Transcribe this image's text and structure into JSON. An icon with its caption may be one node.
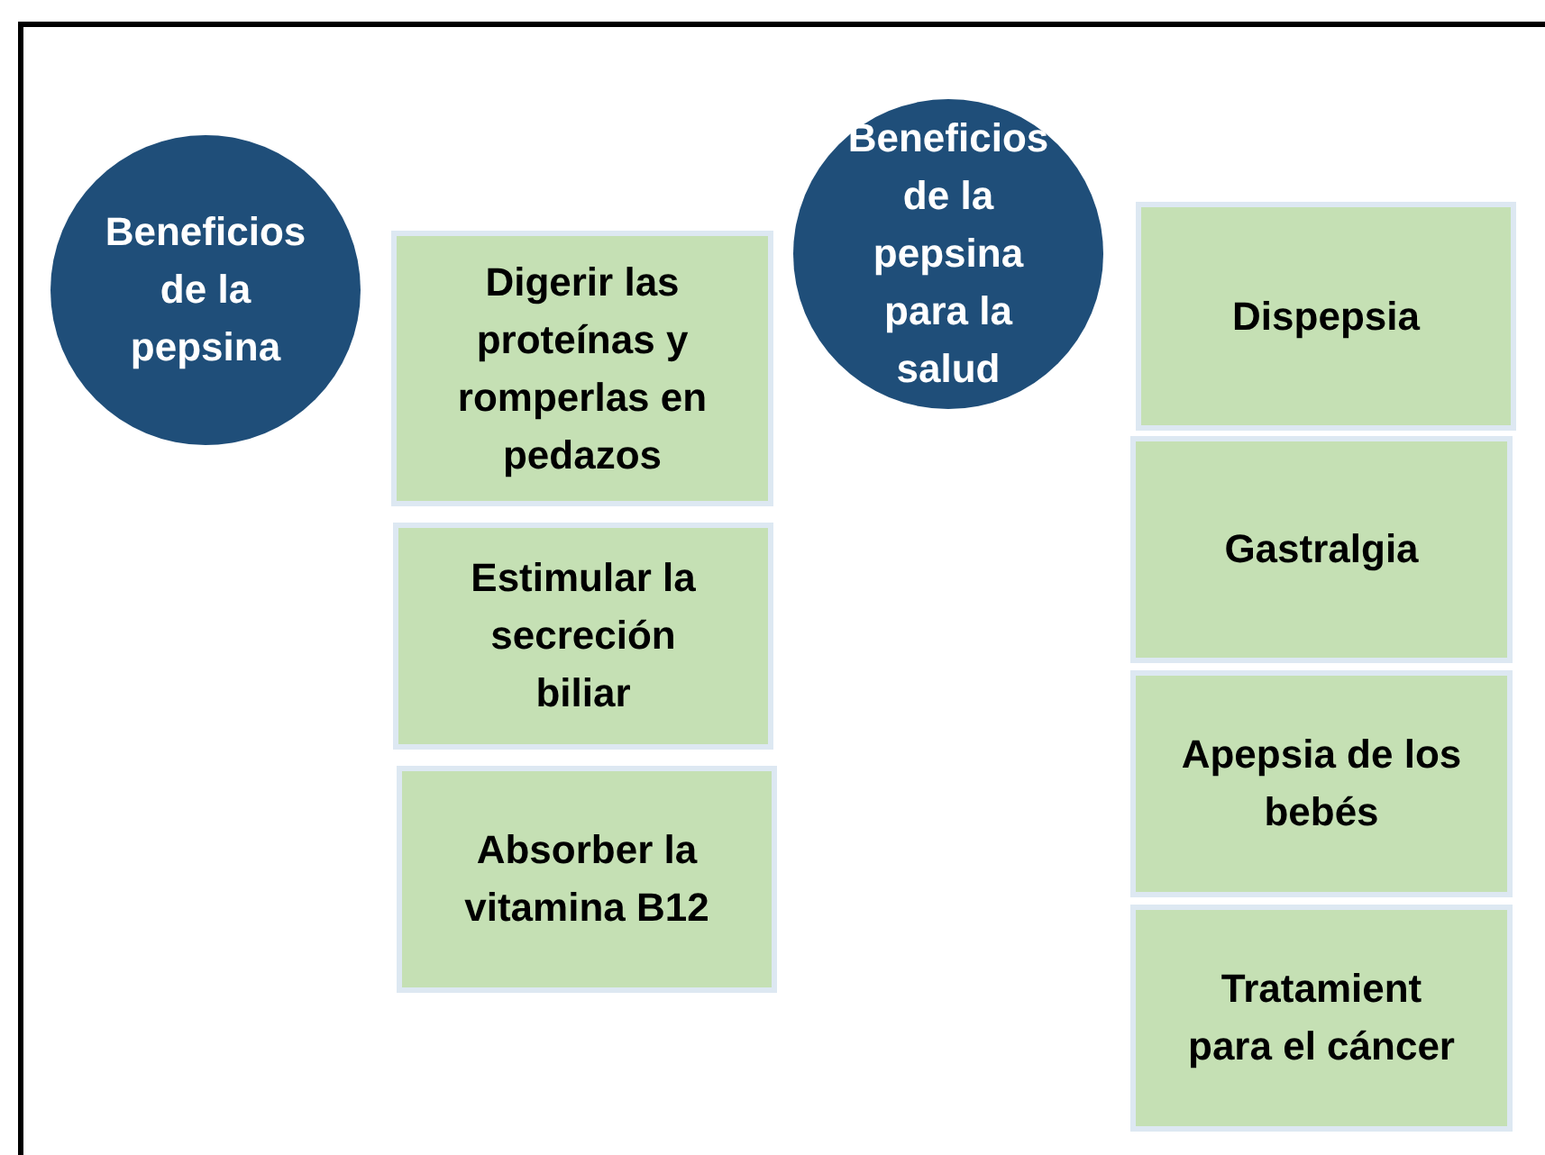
{
  "diagram": {
    "nodes": [
      {
        "text": [
          "Beneficios de la pepsina"
        ]
      },
      {
        "text": [
          "Digerir las proteínas y romperlas en pedazos"
        ]
      },
      {
        "text": [
          "Estimular la secreción biliar"
        ]
      },
      {
        "text": [
          "Absorber la vitamina B12"
        ]
      },
      {
        "text": [
          "Beneficios de la pepsina para la salud"
        ]
      },
      {
        "text": [
          "Dispepsia"
        ]
      },
      {
        "text": [
          "Gastralgia"
        ]
      },
      {
        "text": [
          "Apepsia de los bebés"
        ]
      },
      {
        "text": [
          "Tratamient para el cáncer"
        ]
      }
    ]
  }
}
